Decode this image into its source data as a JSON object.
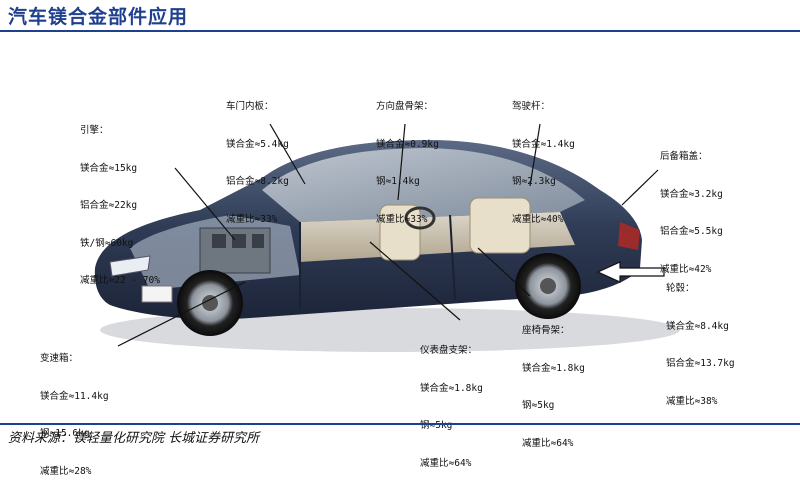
{
  "title": "汽车镁合金部件应用",
  "source": "资料来源：镁轻量化研究院 长城证券研究所",
  "callouts": {
    "door": {
      "heading": "车门内板：",
      "lines": [
        "镁合金≈5.4kg",
        "铝合金≈8.2kg",
        "减重比≈33%"
      ]
    },
    "steering_frame": {
      "heading": "方向盘骨架：",
      "lines": [
        "镁合金≈0.9kg",
        "钢≈1.4kg",
        "减重比≈33%"
      ]
    },
    "steering_column": {
      "heading": "驾驶杆：",
      "lines": [
        "镁合金≈1.4kg",
        "钢≈2.3kg",
        "减重比≈40%"
      ]
    },
    "engine": {
      "heading": "引擎：",
      "lines": [
        "镁合金≈15kg",
        "铝合金≈22kg",
        "铁/钢≈60kg",
        "减重比≈22 - 70%"
      ]
    },
    "trunk_lid": {
      "heading": "后备箱盖：",
      "lines": [
        "镁合金≈3.2kg",
        "铝合金≈5.5kg",
        "减重比≈42%"
      ]
    },
    "wheel": {
      "heading": "轮毂：",
      "lines": [
        "镁合金≈8.4kg",
        "铝合金≈13.7kg",
        "减重比≈38%"
      ]
    },
    "seat_frame": {
      "heading": "座椅骨架：",
      "lines": [
        "镁合金≈1.8kg",
        "钢≈5kg",
        "减重比≈64%"
      ]
    },
    "dashboard": {
      "heading": "仪表盘支架：",
      "lines": [
        "镁合金≈1.8kg",
        "钢≈5kg",
        "减重比≈64%"
      ]
    },
    "gearbox": {
      "heading": "变速箱：",
      "lines": [
        "镁合金≈11.4kg",
        "钢≈15.6kg",
        "减重比≈28%"
      ]
    }
  }
}
